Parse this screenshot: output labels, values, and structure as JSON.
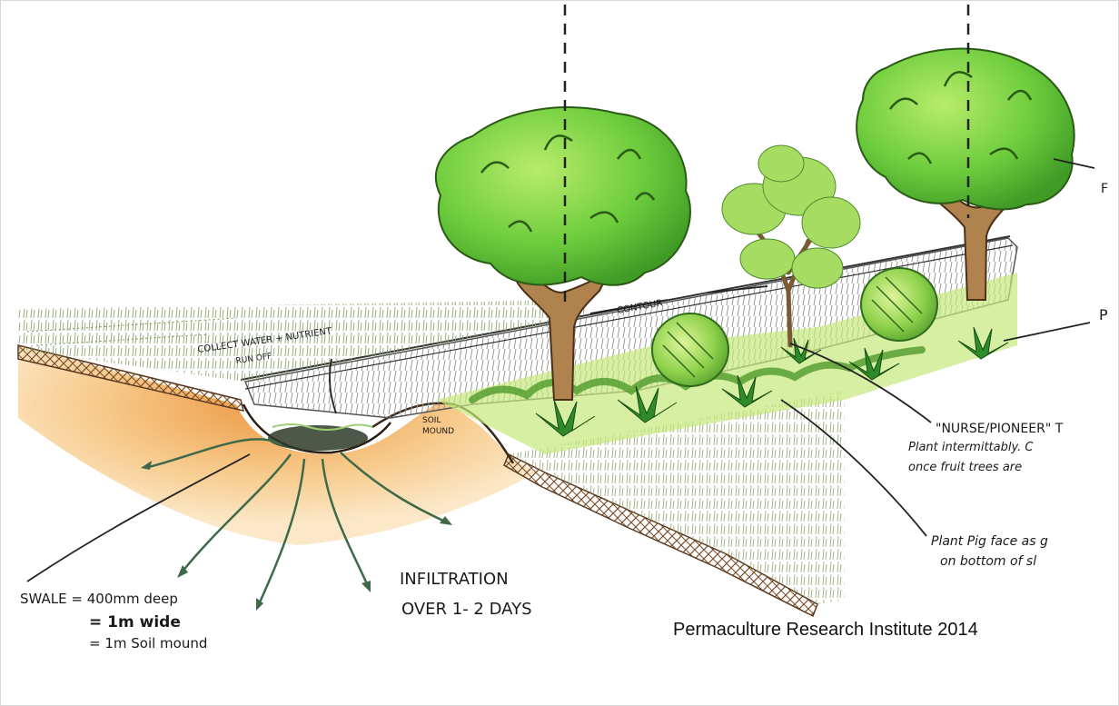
{
  "labels": {
    "collect": "COLLECT WATER + NUTRIENT",
    "runoff": "RUN OFF",
    "contour": "CONTOUR",
    "soil": "SOIL",
    "mound": "MOUND",
    "nurse_pioneer": "\"NURSE/PIONEER\" T",
    "plant_intermittently": "Plant intermittably. C",
    "once_fruit_trees": "once fruit trees are",
    "pigface_1": "Plant Pig face as g",
    "pigface_2": "on bottom of sl",
    "infiltration_1": "INFILTRATION",
    "infiltration_2": "OVER  1- 2 DAYS",
    "swale_1": "SWALE = 400mm deep",
    "swale_2": "= 1m wide",
    "swale_3": "= 1m  Soil mound",
    "edge_f": "F",
    "edge_p": "P"
  },
  "credit": "Permaculture Research Institute 2014",
  "colors": {
    "foliage": "#66c43a",
    "foliage_dark": "#2f7a1e",
    "trunk": "#a9794a",
    "soil": "#f2b45a",
    "grass": "#6c8a4a"
  }
}
